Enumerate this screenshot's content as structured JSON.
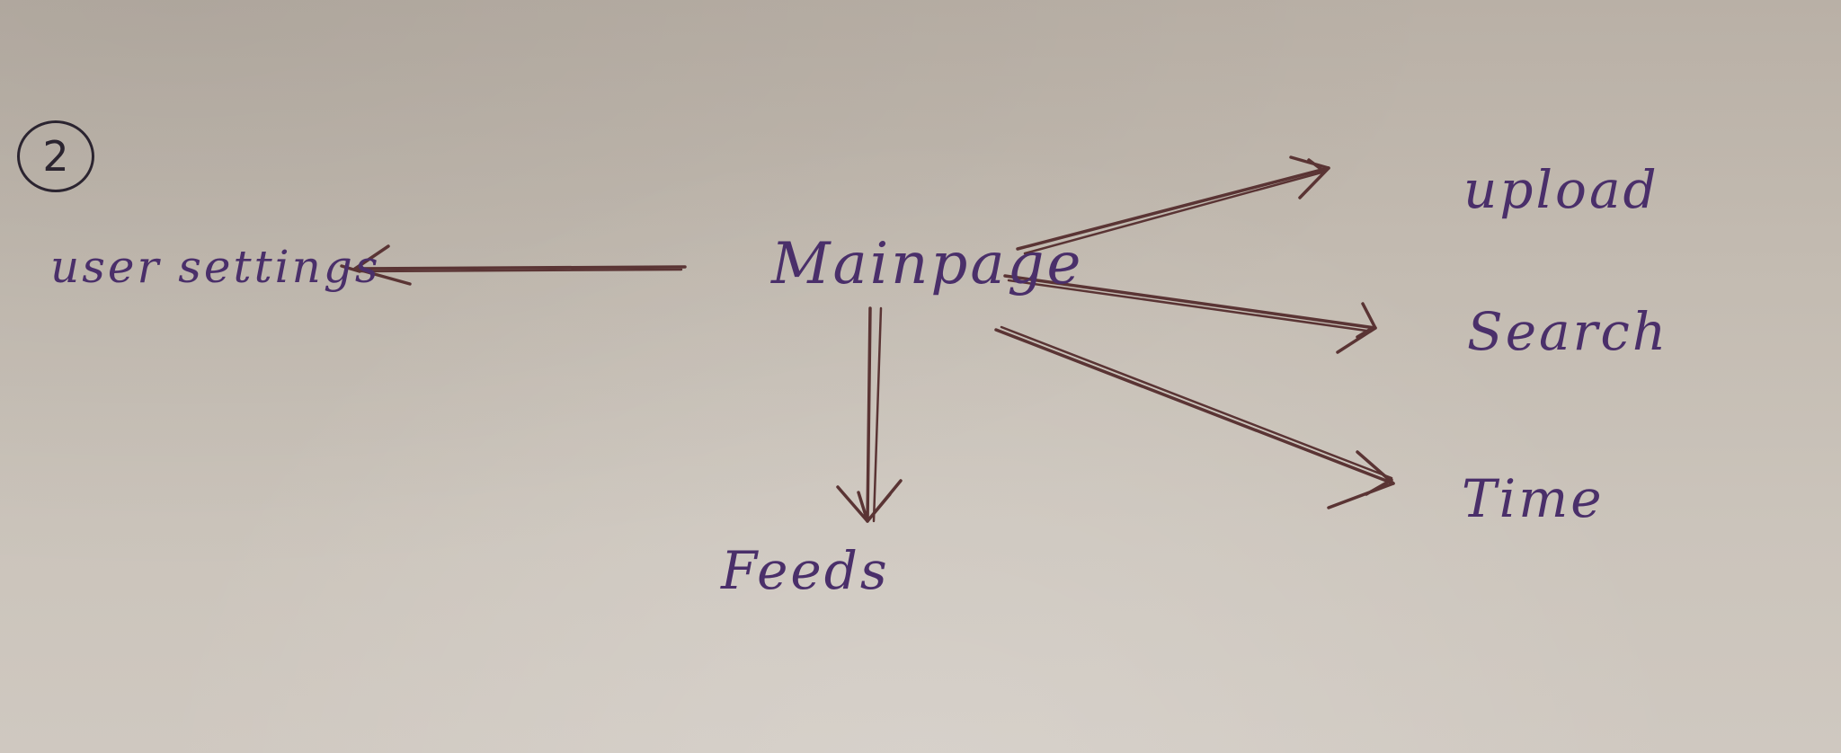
{
  "diagram": {
    "step_number": "2",
    "center_node": "Mainpage",
    "nodes": {
      "user_settings": "user settings",
      "feeds": "Feeds",
      "upload": "upload",
      "search": "Search",
      "time": "Time"
    },
    "colors": {
      "paper": "#c3bbb1",
      "ink_text": "#4a2f6a",
      "ink_arrow": "#5a3434",
      "ink_badge": "#2b2430"
    }
  }
}
